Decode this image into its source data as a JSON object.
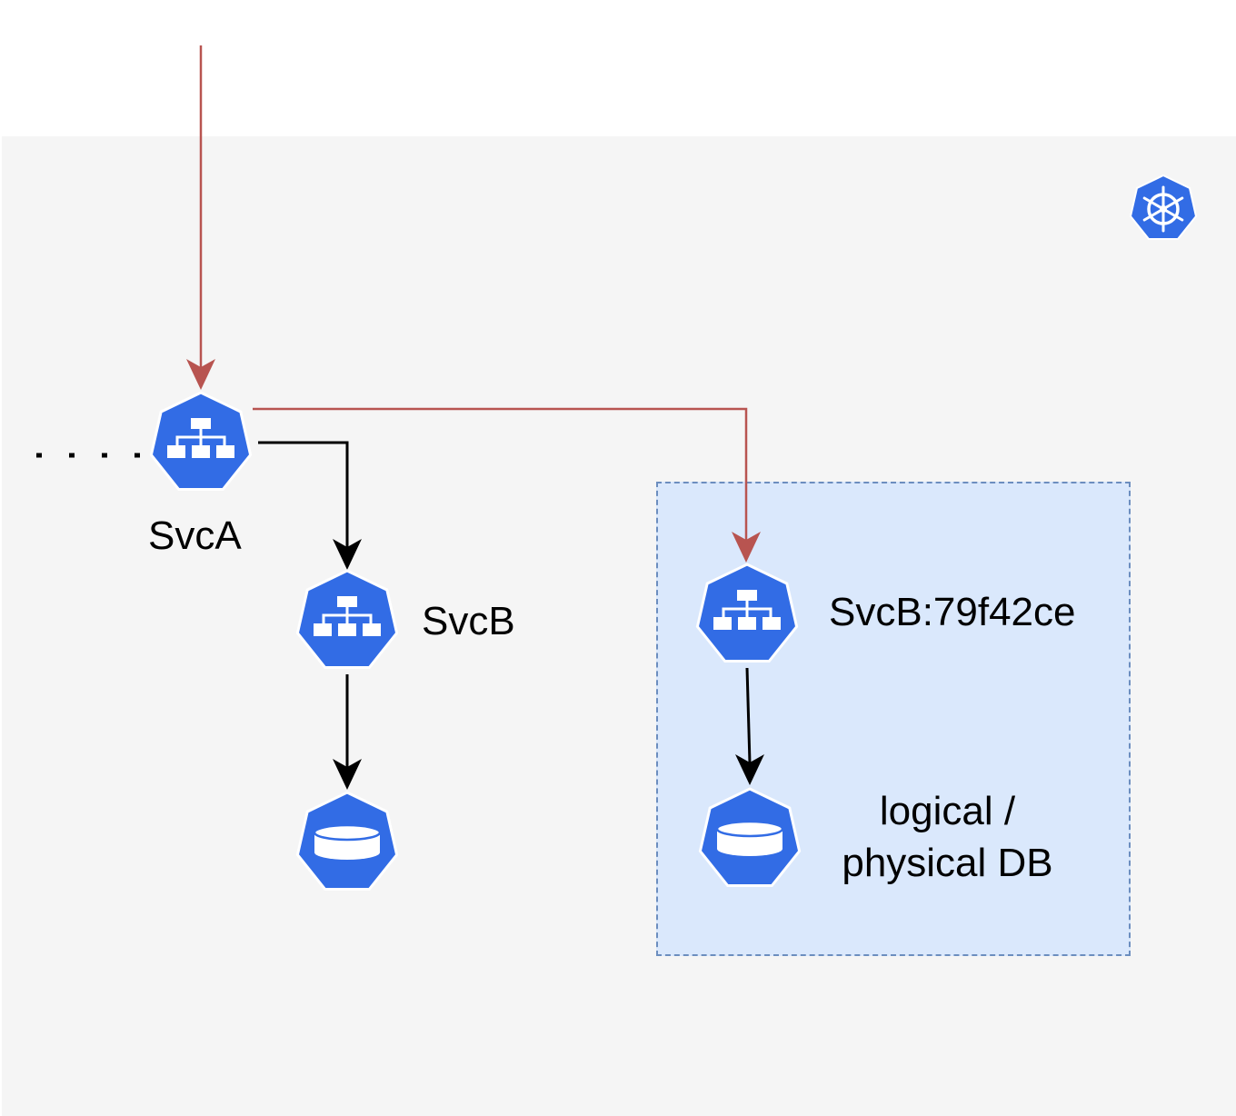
{
  "services": {
    "svc_a": {
      "label": "SvcA",
      "icon": "k8s-service-icon"
    },
    "svc_b": {
      "label": "SvcB",
      "icon": "k8s-service-icon"
    },
    "svc_b_sandbox": {
      "label": "SvcB:79f42ce",
      "icon": "k8s-service-icon"
    }
  },
  "databases": {
    "baseline": {
      "label": "",
      "icon": "k8s-database-icon"
    },
    "sandbox": {
      "line1": "logical /",
      "line2": "physical DB",
      "icon": "k8s-database-icon"
    }
  },
  "cluster_logo": {
    "icon": "kubernetes-logo-icon"
  },
  "colors": {
    "k8s_blue": "#326ce5",
    "cluster_bg": "#f5f5f5",
    "sandbox_fill": "#dae8fc",
    "sandbox_border": "#6c8ebf",
    "request_path": "#b85450",
    "normal_path": "#000000"
  }
}
